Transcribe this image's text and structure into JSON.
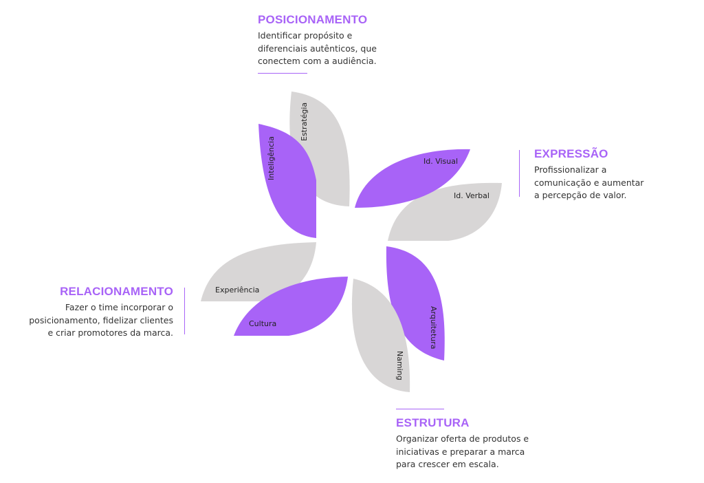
{
  "colors": {
    "accent": "#a863f7",
    "petal_gray": "#d8d6d6",
    "text": "#333333"
  },
  "sections": {
    "posicionamento": {
      "title": "POSICIONAMENTO",
      "text": "Identificar propósito e\ndiferenciais autênticos, que\nconectem com a audiência."
    },
    "expressao": {
      "title": "EXPRESSÃO",
      "text": "Profissionalizar a\ncomunicação e aumentar\na percepção de valor."
    },
    "relacionamento": {
      "title": "RELACIONAMENTO",
      "text": "Fazer o time incorporar o\nposicionamento, fidelizar clientes\ne criar promotores da marca."
    },
    "estrutura": {
      "title": "ESTRUTURA",
      "text": "Organizar oferta de produtos e\niniciativas e preparar a marca\npara crescer em escala."
    }
  },
  "petals": {
    "estrategia": "Estratégia",
    "inteligencia": "Inteligência",
    "id_visual": "Id. Visual",
    "id_verbal": "Id. Verbal",
    "arquitetura": "Arquitetura",
    "naming": "Naming",
    "experiencia": "Experiência",
    "cultura": "Cultura"
  }
}
